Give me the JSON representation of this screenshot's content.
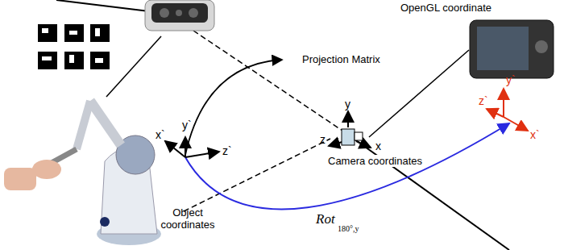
{
  "diagram": {
    "labels": [
      "OpenGL coordinate",
      "Projection Matrix",
      "x`",
      "y`",
      "z`",
      "y",
      "z",
      "x",
      "Camera coordinates",
      "Object coordinates",
      "Rot",
      "180°,y",
      "y`",
      "z`",
      "x`"
    ]
  }
}
